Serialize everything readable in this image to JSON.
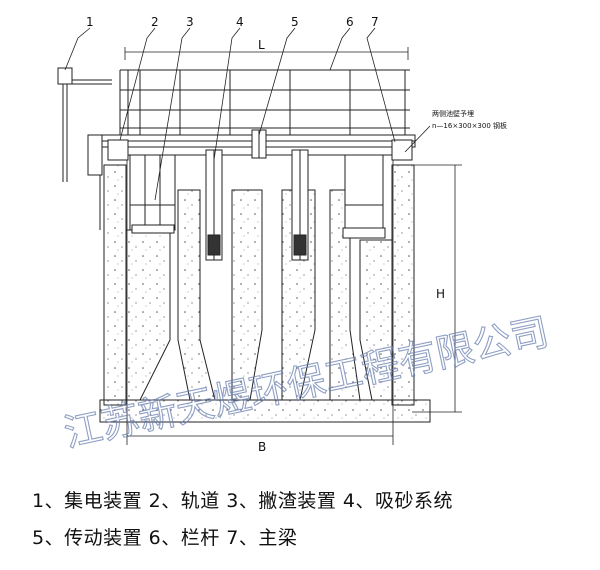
{
  "callouts": [
    "1",
    "2",
    "3",
    "4",
    "5",
    "6",
    "7"
  ],
  "dimensions": {
    "length": "L",
    "height": "H",
    "base": "B"
  },
  "note_line1": "两侧池壁予埋",
  "note_line2": "n—16×300×300 钢板",
  "watermark": "江苏新天煜环保工程有限公司",
  "caption_line1": "1、集电装置 2、轨道 3、撇渣装置 4、吸砂系统",
  "caption_line2": "5、传动装置 6、栏杆 7、主梁"
}
